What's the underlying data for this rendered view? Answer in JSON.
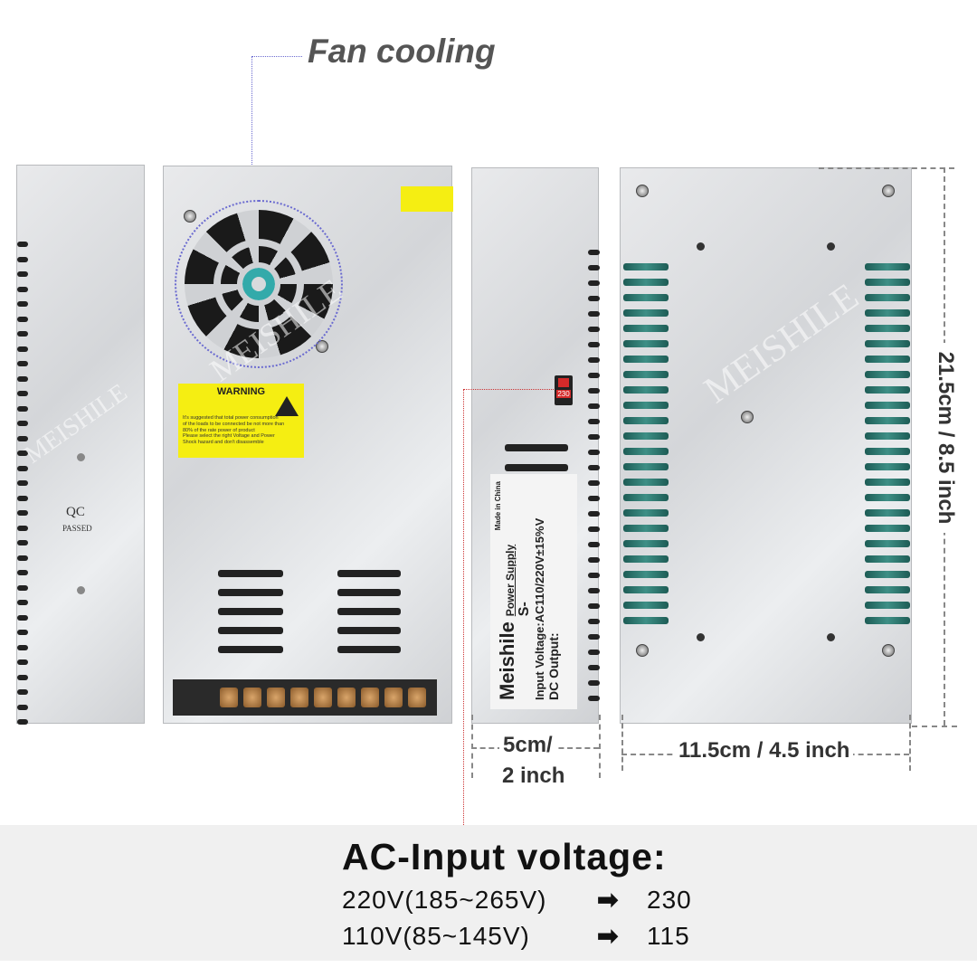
{
  "callout": {
    "fan_cooling": "Fan cooling"
  },
  "side_panel": {
    "qc": "QC",
    "passed": "PASSED"
  },
  "warning_label": {
    "title": "WARNING",
    "lines": [
      "It's suggested that total power consumption",
      "of the loads to be connected be not more than",
      "80% of the rate power of product",
      "Please select the right Voltage and Power",
      "Shock hazard and don't disassemble"
    ]
  },
  "product_label": {
    "brand": "Meishile",
    "product": "Power Supply",
    "model": "S-",
    "input": "Input Voltage:AC110/220V±15%V",
    "output": "DC Output:",
    "origin": "Made in China"
  },
  "switch": {
    "value": "230",
    "color": "#d42a2a"
  },
  "watermark": "MEISHILE",
  "dimensions": {
    "width_cm": "5cm/",
    "width_in": "2 inch",
    "length": "11.5cm / 4.5 inch",
    "height": "21.5cm / 8.5 inch"
  },
  "voltage": {
    "title": "AC-Input voltage:",
    "rows": [
      {
        "range": "220V(185~265V)",
        "setting": "230"
      },
      {
        "range": "110V(85~145V)",
        "setting": "115"
      }
    ]
  },
  "colors": {
    "label_yellow": "#f5ee12",
    "band": "#f0f0f0",
    "text": "#111111"
  }
}
